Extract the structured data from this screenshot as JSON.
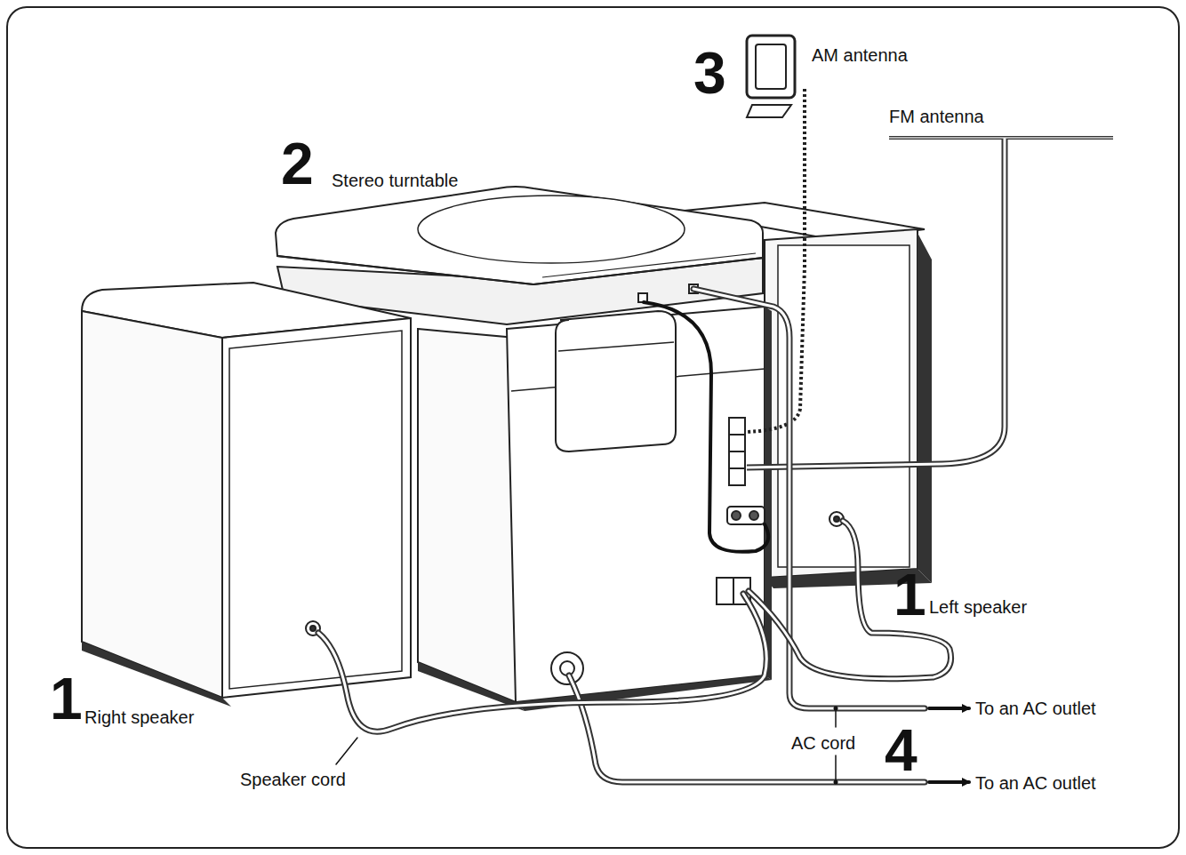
{
  "diagram": {
    "labels": [
      "3",
      "AM antenna",
      "FM antenna",
      "2",
      "Stereo turntable",
      "1",
      "Left speaker",
      "1",
      "Right speaker",
      "Speaker cord",
      "AC cord",
      "4",
      "To an AC outlet",
      "To an AC outlet"
    ]
  }
}
